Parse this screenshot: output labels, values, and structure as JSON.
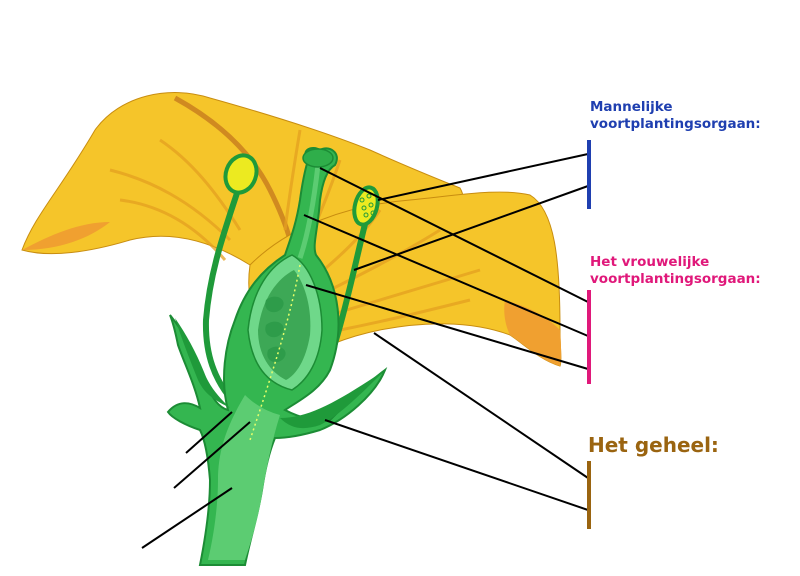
{
  "groups": {
    "male": {
      "line1": "Mannelijke",
      "line2": "voortplantingsorgaan:"
    },
    "female": {
      "line1": "Het vrouwelijke",
      "line2": "voortplantingsorgaan:"
    },
    "whole": {
      "title": "Het geheel:"
    }
  },
  "colors": {
    "male": "#1f3fb0",
    "female": "#e0187a",
    "whole": "#9a6410",
    "petal": "#f5c52a",
    "petal_shadow": "#f0a030",
    "petal_vein": "#e0a020",
    "green_dark": "#1f9a3a",
    "green_mid": "#34b650",
    "green_light": "#6fd88a",
    "anther": "#ecea20",
    "leader_line": "#000000"
  }
}
